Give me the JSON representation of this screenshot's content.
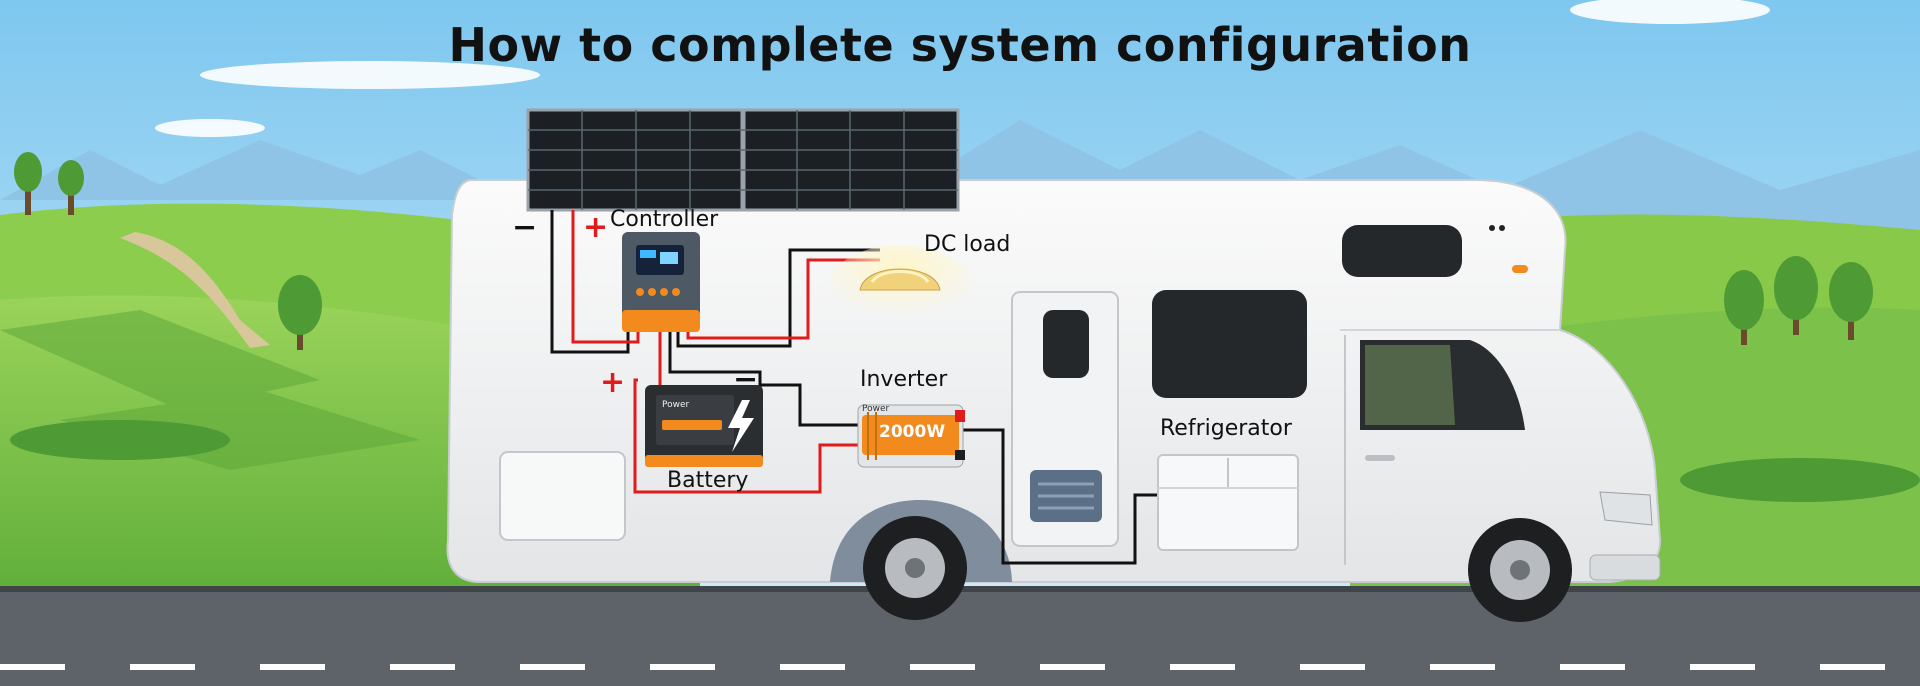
{
  "title": "How to complete system configuration",
  "labels": {
    "controller": "Controller",
    "dc_load": "DC load",
    "inverter": "Inverter",
    "battery": "Battery",
    "refrigerator": "Refrigerator"
  },
  "device_text": {
    "inverter_rating": "2000W",
    "inverter_brand": "Power",
    "battery_brand": "Power"
  },
  "polarity": {
    "positive": "+",
    "negative": "−"
  },
  "colors": {
    "positive_wire": "#e01b1b",
    "negative_wire": "#111111",
    "accent_orange": "#f28a1e",
    "sky": "#a9dbf3",
    "grass": "#7cc24a",
    "road": "#5d6369"
  }
}
